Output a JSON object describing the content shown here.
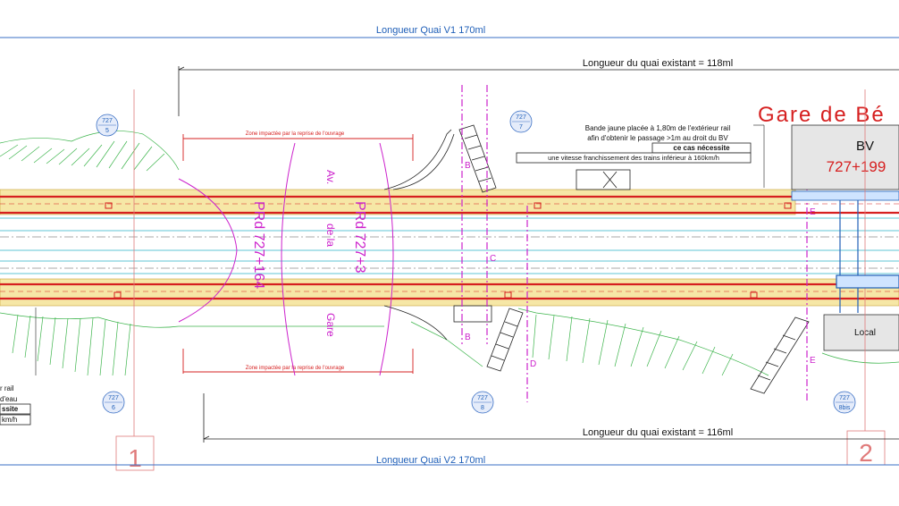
{
  "dimensions": {
    "quai_v1": "Longueur Quai V1 170ml",
    "quai_v2": "Longueur Quai V2 170ml",
    "quai_existant_top": "Longueur du quai existant = 118ml",
    "quai_existant_bottom": "Longueur du quai existant = 116ml"
  },
  "station": {
    "name": "Gare de Bé",
    "bv_label": "BV",
    "pk": "727+199",
    "local_label": "Local"
  },
  "zones": {
    "top": "Zone impactée par la reprise de l'ouvrage",
    "bottom": "Zone impactée par la reprise de l'ouvrage"
  },
  "pr_labels": {
    "left": "PRd 727+164",
    "right": "PRd 727+3"
  },
  "avenue": {
    "col1": "Av.",
    "col2": "de la",
    "col3": "Gare"
  },
  "note_top": {
    "line1": "Bande jaune placée à 1,80m de l'extérieur rail",
    "line2": "afin d'obtenir le passage >1m au droit du BV",
    "line3": "ce cas nécessite",
    "line4": "une vitesse franchissement des trains inférieur à 160km/h"
  },
  "note_left": {
    "line1": "r rail",
    "line2": "d'eau",
    "line3": "ssite",
    "line4": "km/h"
  },
  "markers": [
    {
      "top": "727",
      "bottom": "5"
    },
    {
      "top": "727",
      "bottom": "7"
    },
    {
      "top": "727",
      "bottom": "6"
    },
    {
      "top": "727",
      "bottom": "8"
    },
    {
      "top": "727",
      "bottom": "8bis"
    }
  ],
  "grid_numbers": {
    "one": "1",
    "two": "2"
  },
  "section_letters": {
    "b": "B",
    "c": "C",
    "d": "D",
    "e": "E"
  },
  "colors": {
    "track_red": "#d62020",
    "platform_yellow": "#f6e7a6",
    "dimension_blue": "#1f5fb8",
    "axis_magenta": "#cc22cc",
    "embankment_green": "#3cb44b"
  }
}
